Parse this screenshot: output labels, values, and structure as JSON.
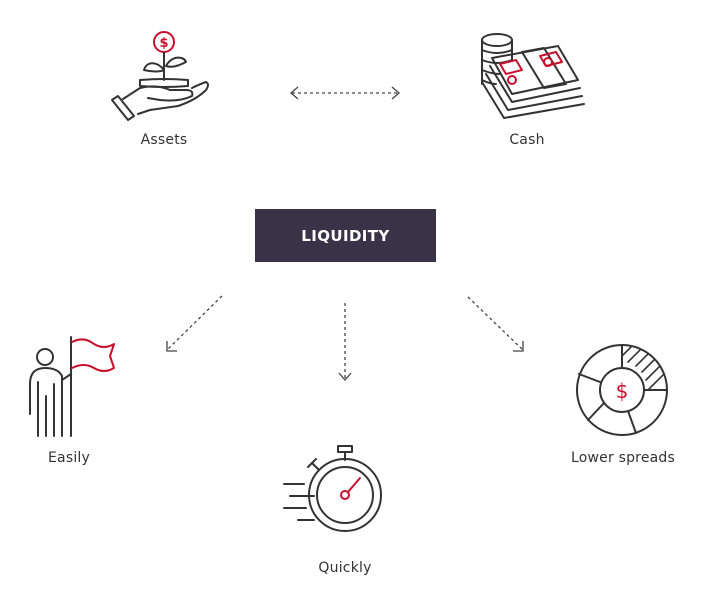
{
  "diagram": {
    "center_label": "LIQUIDITY",
    "nodes": [
      {
        "id": "assets",
        "label": "Assets",
        "icon": "hand-plant-dollar-icon"
      },
      {
        "id": "cash",
        "label": "Cash",
        "icon": "cash-stack-coins-icon"
      },
      {
        "id": "easily",
        "label": "Easily",
        "icon": "person-flag-icon"
      },
      {
        "id": "quickly",
        "label": "Quickly",
        "icon": "stopwatch-icon"
      },
      {
        "id": "lower_spreads",
        "label": "Lower spreads",
        "icon": "pie-dollar-icon"
      }
    ]
  },
  "colors": {
    "center_fill": "#3a3347",
    "accent": "#c8102e",
    "line": "#333333"
  }
}
